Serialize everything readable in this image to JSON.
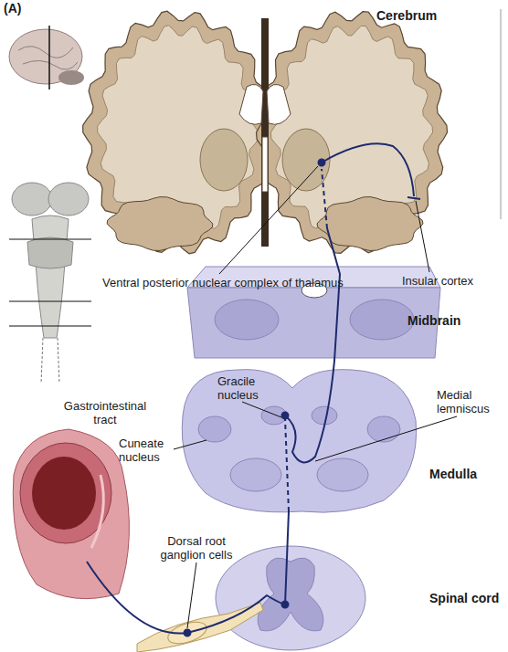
{
  "diagram": {
    "labels": [
      "(A)",
      "Cerebrum",
      "Ventral posterior nuclear complex of thalamus",
      "Insular cortex",
      "Midbrain",
      "Gastrointestinal tract",
      "Gracile nucleus",
      "Medial lemniscus",
      "Cuneate nucleus",
      "Medulla",
      "Dorsal root ganglion cells",
      "Spinal cord"
    ]
  }
}
